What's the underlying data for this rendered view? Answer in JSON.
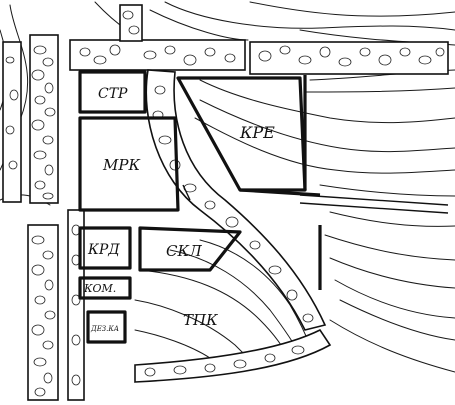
{
  "plan": {
    "zones": [
      {
        "id": "str",
        "label": "СТР"
      },
      {
        "id": "mrk",
        "label": "МРК"
      },
      {
        "id": "kre",
        "label": "КРЕ"
      },
      {
        "id": "krd",
        "label": "КРД"
      },
      {
        "id": "skl",
        "label": "СКЛ"
      },
      {
        "id": "kom",
        "label": "КОМ."
      },
      {
        "id": "tpk",
        "label": "ТПК"
      },
      {
        "id": "sub",
        "label": "ДЕЗ.КА"
      }
    ]
  }
}
